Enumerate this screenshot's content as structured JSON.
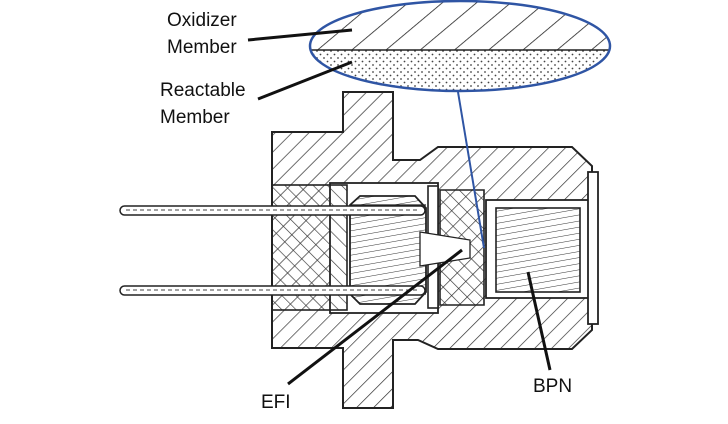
{
  "labels": {
    "oxidizer_line1": "Oxidizer",
    "oxidizer_line2": "Member",
    "reactable_line1": "Reactable",
    "reactable_line2": "Member",
    "efi": "EFI",
    "bpn": "BPN"
  },
  "colors": {
    "ink": "#222222",
    "callout_ellipse": "#2f55a4",
    "callout_line": "#2f55a4",
    "leader": "#111111"
  }
}
